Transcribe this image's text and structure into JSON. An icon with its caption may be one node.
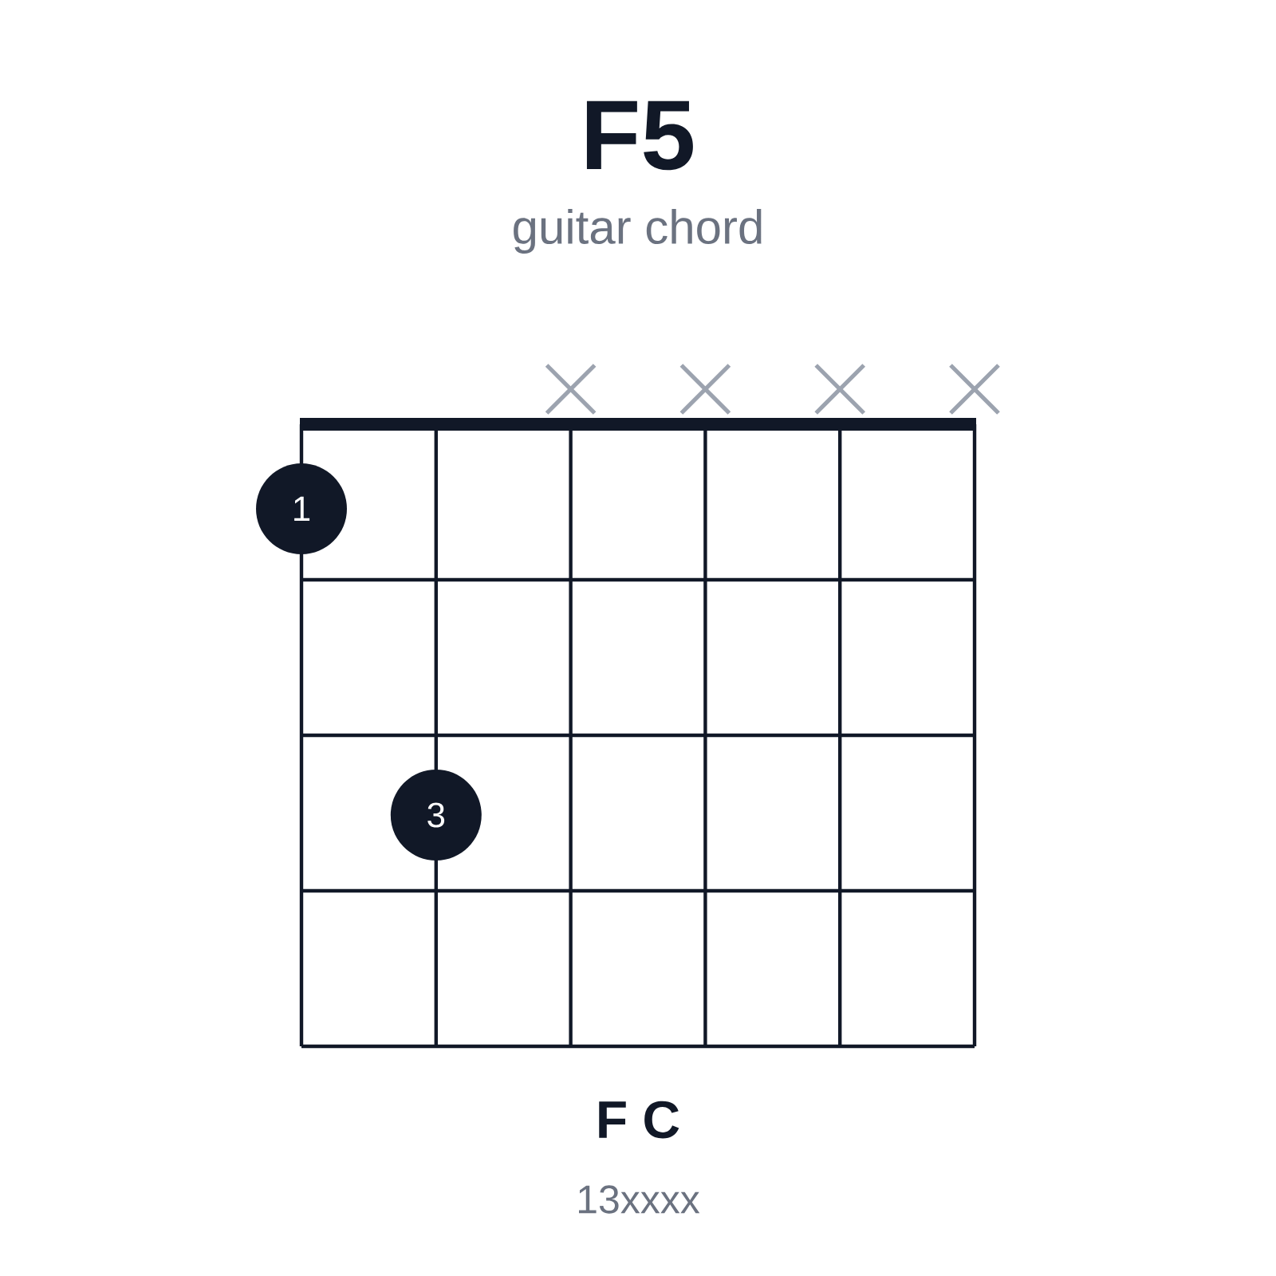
{
  "diagram": {
    "title": "F5",
    "nodes": [
      {
        "text": [
          "1"
        ]
      },
      {
        "text": [
          "3"
        ]
      }
    ],
    "labels": [
      "guitar chord",
      "F C",
      "13xxxx"
    ]
  }
}
